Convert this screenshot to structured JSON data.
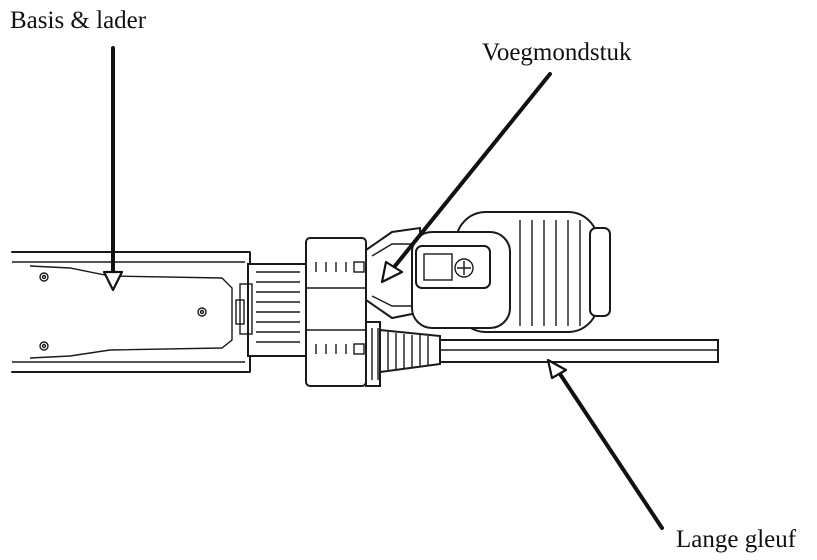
{
  "labels": {
    "basis": "Basis & lader",
    "voegmondstuk": "Voegmondstuk",
    "lange_gleuf": "Lange gleuf"
  }
}
